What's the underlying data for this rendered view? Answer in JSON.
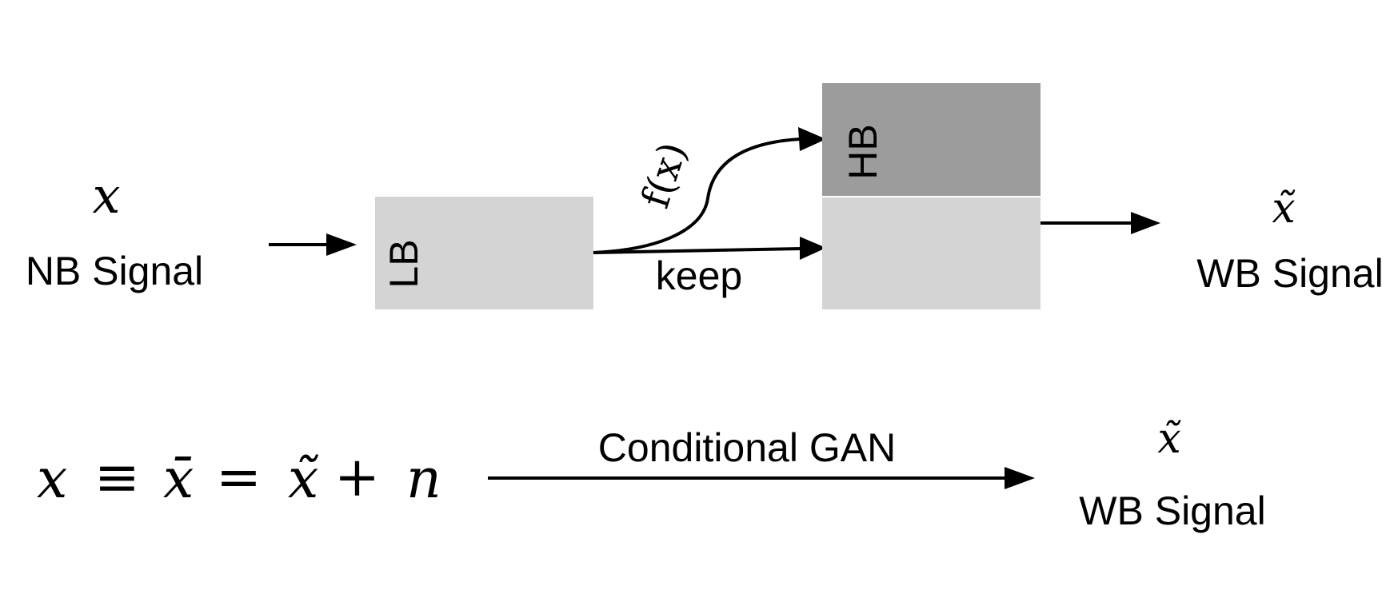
{
  "top": {
    "input_symbol": "x",
    "input_label": "NB Signal",
    "lb_label": "LB",
    "hb_label": "HB",
    "mapping_label": "f(x)",
    "keep_label": "keep",
    "output_symbol": "x̃",
    "output_label": "WB Signal"
  },
  "bottom": {
    "equation": {
      "lhs": "x",
      "equiv": "≡",
      "xbar": "x̄",
      "equals": "=",
      "xtilde": "x̃",
      "plus": "+",
      "noise": "n"
    },
    "arrow_label": "Conditional GAN",
    "output_symbol": "x̃",
    "output_label": "WB Signal"
  },
  "colors": {
    "lb_box": "#d4d4d4",
    "hb_box": "#9c9c9c",
    "out_box": "#d4d4d4",
    "ink": "#000000"
  }
}
